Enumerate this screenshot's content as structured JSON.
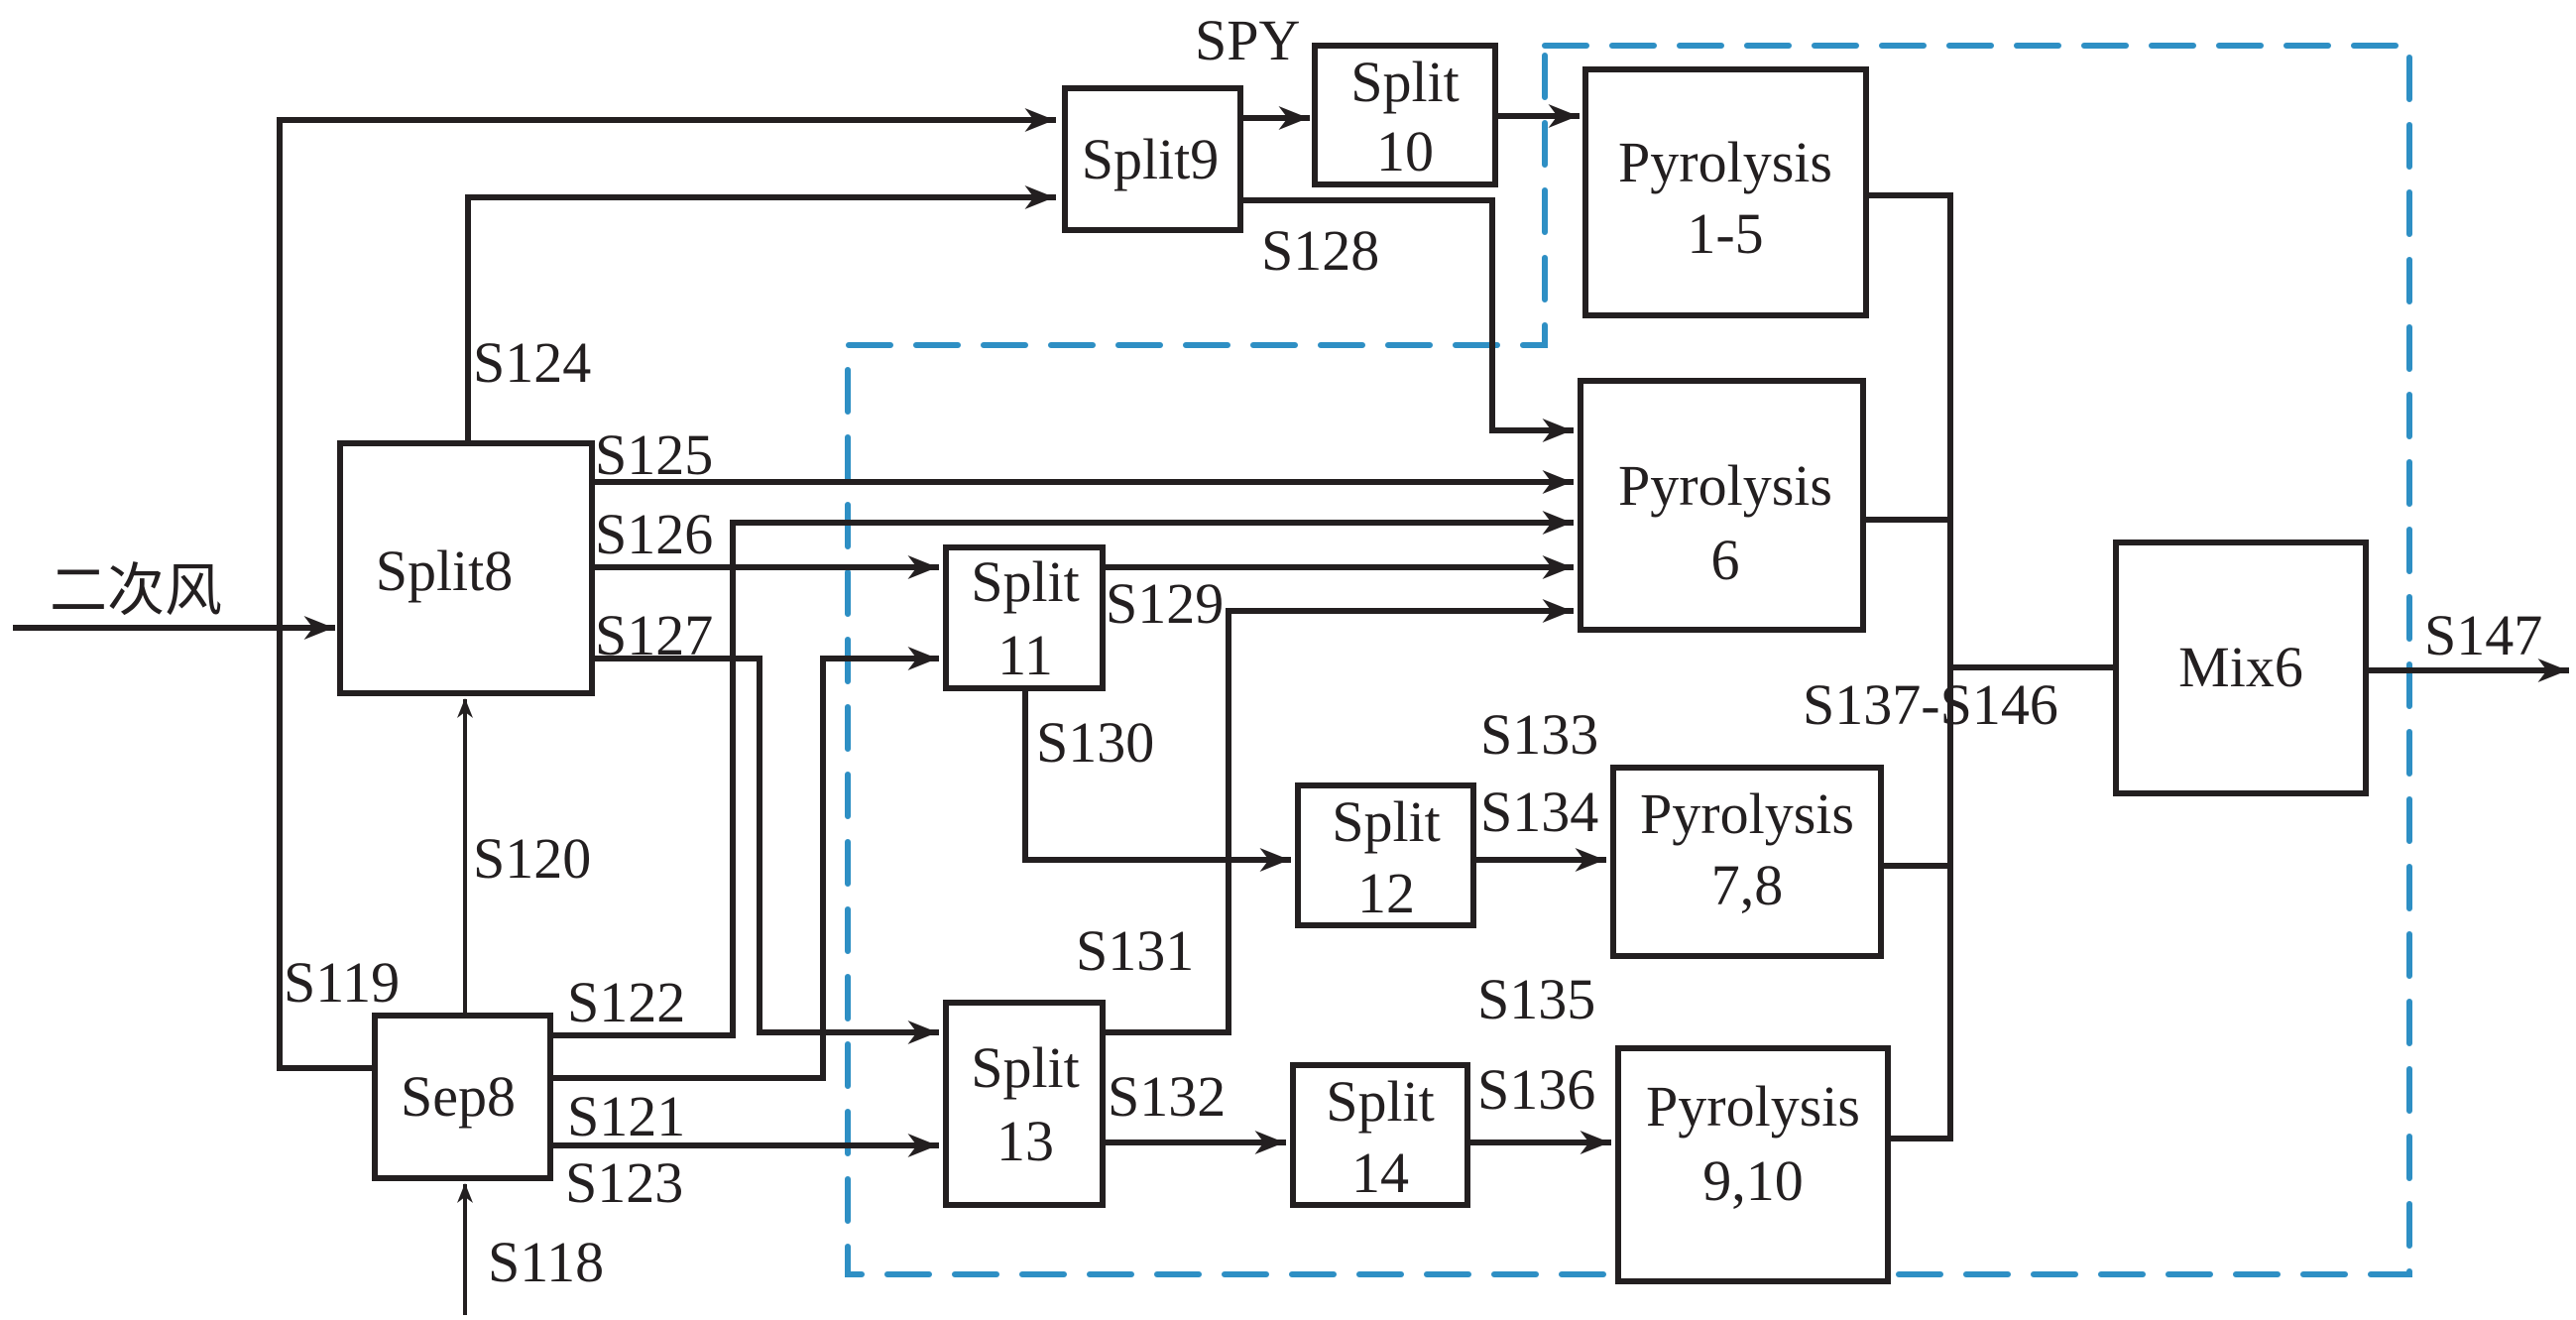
{
  "diagram": {
    "type": "process-flow",
    "region_color": "#2e8fc4",
    "line_color": "#231f20",
    "inputs": {
      "secondary_air": "二次风",
      "s118": "S118"
    },
    "blocks": {
      "split8": [
        "Split8"
      ],
      "sep8": [
        "Sep8"
      ],
      "split9": [
        "Split9"
      ],
      "split10": [
        "Split",
        "10"
      ],
      "split11": [
        "Split",
        "11"
      ],
      "split12": [
        "Split",
        "12"
      ],
      "split13": [
        "Split",
        "13"
      ],
      "split14": [
        "Split",
        "14"
      ],
      "pyro1_5": [
        "Pyrolysis",
        "1-5"
      ],
      "pyro6": [
        "Pyrolysis",
        "6"
      ],
      "pyro7_8": [
        "Pyrolysis",
        "7,8"
      ],
      "pyro9_10": [
        "Pyrolysis",
        "9,10"
      ],
      "mix6": [
        "Mix6"
      ]
    },
    "streams": {
      "spy": "SPY",
      "s119": "S119",
      "s120": "S120",
      "s121": "S121",
      "s122": "S122",
      "s123": "S123",
      "s124": "S124",
      "s125": "S125",
      "s126": "S126",
      "s127": "S127",
      "s128": "S128",
      "s129": "S129",
      "s130": "S130",
      "s131": "S131",
      "s132": "S132",
      "s133": "S133",
      "s134": "S134",
      "s135": "S135",
      "s136": "S136",
      "s137_146": "S137-S146",
      "s147": "S147"
    }
  }
}
